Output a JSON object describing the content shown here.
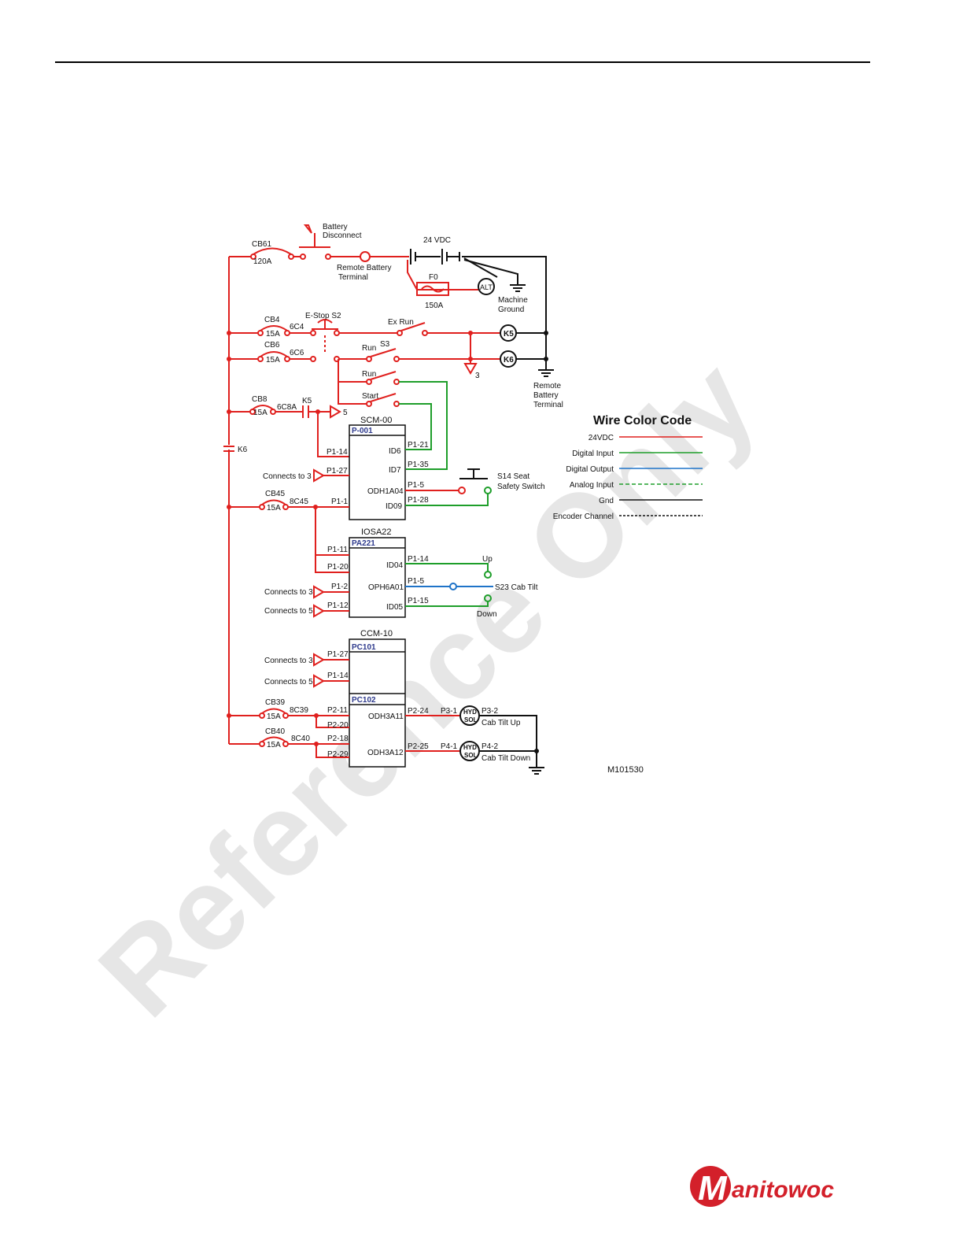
{
  "watermark": "Reference Only",
  "figure_id": "M101530",
  "brand": "Manitowoc",
  "legend": {
    "title": "Wire Color Code",
    "items": [
      {
        "label": "24VDC",
        "color": "#e0201e",
        "style": "solid"
      },
      {
        "label": "Digital Input",
        "color": "#1e9e2a",
        "style": "solid"
      },
      {
        "label": "Digital Output",
        "color": "#1f73c8",
        "style": "solid"
      },
      {
        "label": "Analog Input",
        "color": "#1e9e2a",
        "style": "dashed"
      },
      {
        "label": "Gnd",
        "color": "#111111",
        "style": "solid"
      },
      {
        "label": "Encoder Channel",
        "color": "#111111",
        "style": "dotted"
      }
    ]
  },
  "labels": {
    "battery_disconnect_1": "Battery",
    "battery_disconnect_2": "Disconnect",
    "v24": "24 VDC",
    "cb61": "CB61",
    "a120": "120A",
    "remote_batt_1": "Remote Battery",
    "remote_batt_2": "Terminal",
    "f0": "F0",
    "a150": "150A",
    "alt": "ALT",
    "machine_ground_1": "Machine",
    "machine_ground_2": "Ground",
    "cb4": "CB4",
    "a15_1": "15A",
    "c6c4": "6C4",
    "estop": "E-Stop S2",
    "exrun": "Ex Run",
    "k5": "K5",
    "cb6": "CB6",
    "a15_2": "15A",
    "c6c6": "6C6",
    "run1": "Run",
    "s3": "S3",
    "k6": "K6",
    "three": "3",
    "remote_term_1": "Remote",
    "remote_term_2": "Battery",
    "remote_term_3": "Terminal",
    "run2": "Run",
    "start": "Start",
    "cb8": "CB8",
    "a15_3": "15A",
    "c6c8a": "6C8A",
    "k5b": "K5",
    "five": "5",
    "k6side": "K6",
    "scm": "SCM-00",
    "p001": "P-001",
    "p1_14a": "P1-14",
    "id6": "ID6",
    "p1_21": "P1-21",
    "p1_27a": "P1-27",
    "id7": "ID7",
    "p1_35": "P1-35",
    "conn3a": "Connects to 3",
    "odh1a04": "ODH1A04",
    "p1_5a": "P1-5",
    "s14_1": "S14 Seat",
    "s14_2": "Safety Switch",
    "cb45": "CB45",
    "a15_4": "15A",
    "c8c45": "8C45",
    "p1_1": "P1-1",
    "id09": "ID09",
    "p1_28": "P1-28",
    "iosa": "IOSA22",
    "pa221": "PA221",
    "p1_11": "P1-11",
    "p1_20": "P1-20",
    "id04": "ID04",
    "p1_14b": "P1-14",
    "up": "Up",
    "conn3b": "Connects to 3",
    "p1_2": "P1-2",
    "oph6a01": "OPH6A01",
    "p1_5b": "P1-5",
    "s23": "S23 Cab Tilt",
    "conn5a": "Connects to 5",
    "p1_12": "P1-12",
    "id05": "ID05",
    "p1_15": "P1-15",
    "down": "Down",
    "ccm": "CCM-10",
    "pc101": "PC101",
    "conn3c": "Connects to 3",
    "p1_27b": "P1-27",
    "conn5b": "Connects to 5",
    "p1_14c": "P1-14",
    "pc102": "PC102",
    "cb39": "CB39",
    "a15_5": "15A",
    "c8c39": "8C39",
    "p2_11": "P2-11",
    "p2_20": "P2-20",
    "odh3a11": "ODH3A11",
    "p2_24": "P2-24",
    "p3_1": "P3-1",
    "hyd1": "HYD",
    "sol1": "SOL",
    "p3_2": "P3-2",
    "tilt_up": "Cab Tilt Up",
    "cb40": "CB40",
    "a15_6": "15A",
    "c8c40": "8C40",
    "p2_18": "P2-18",
    "p2_29": "P2-29",
    "odh3a12": "ODH3A12",
    "p2_25": "P2-25",
    "p4_1": "P4-1",
    "hyd2": "HYD",
    "sol2": "SOL",
    "p4_2": "P4-2",
    "tilt_down": "Cab Tilt Down"
  }
}
